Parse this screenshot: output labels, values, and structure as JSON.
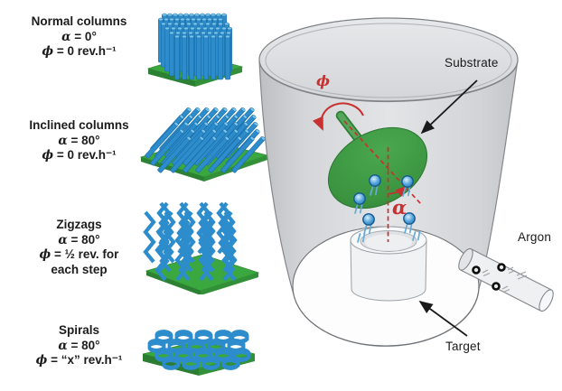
{
  "structures": [
    {
      "name": "Normal columns",
      "alpha_sym": "α",
      "alpha_rest": " = 0°",
      "phi_sym": "ϕ",
      "phi_rest": " = 0 rev.h⁻¹"
    },
    {
      "name": "Inclined columns",
      "alpha_sym": "α",
      "alpha_rest": " = 80°",
      "phi_sym": "ϕ",
      "phi_rest": " = 0 rev.h⁻¹"
    },
    {
      "name": "Zigzags",
      "alpha_sym": "α",
      "alpha_rest": " = 80°",
      "phi_sym": "ϕ",
      "phi_rest": " = ½  rev. for",
      "extra": "each step"
    },
    {
      "name": "Spirals",
      "alpha_sym": "α",
      "alpha_rest": " = 80°",
      "phi_sym": "ϕ",
      "phi_rest": " = “x” rev.h⁻¹"
    }
  ],
  "chamber_labels": {
    "substrate": "Substrate",
    "target": "Target",
    "argon": "Argon",
    "phi": "ϕ",
    "alpha": "α"
  },
  "colors": {
    "column_blue": "#2d8ccb",
    "base_green": "#3aa83f",
    "substrate_green": "#3f9b44",
    "annotation_red": "#c93030",
    "chamber_gray": "#d9dbde"
  }
}
